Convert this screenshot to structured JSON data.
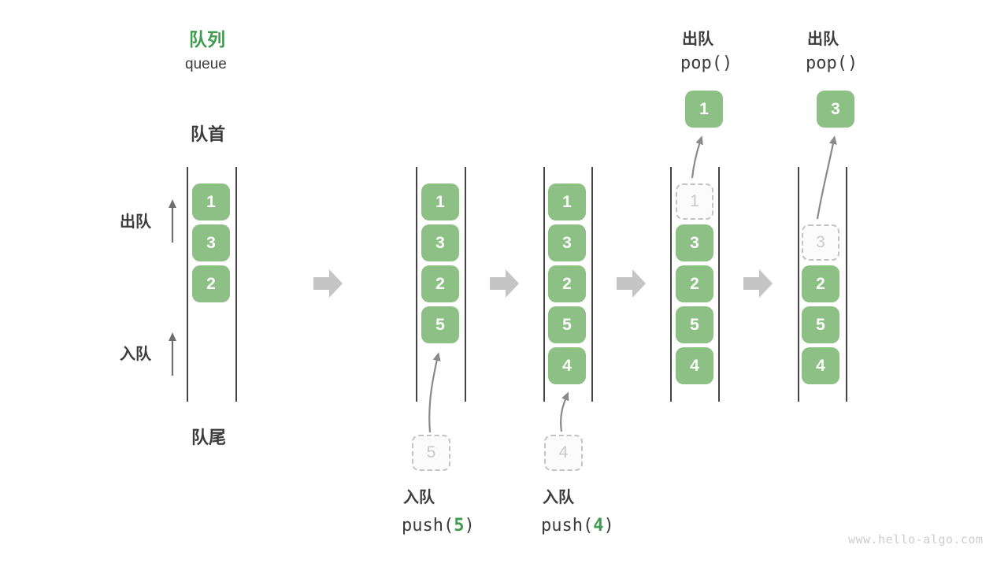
{
  "title": {
    "zh": "队列",
    "en": "queue"
  },
  "side_labels": {
    "front": "队首",
    "rear": "队尾",
    "dequeue": "出队",
    "enqueue": "入队"
  },
  "watermark": "www.hello-algo.com",
  "colors": {
    "box_green": "#8DC084",
    "accent_green": "#3E9B4F",
    "text_dark": "#3C3C3C",
    "dashed_border": "#C3C3C3",
    "block_arrow": "#C5C5C5",
    "curve_arrow": "#8A8A8A",
    "side_arrow": "#6F6F6F"
  },
  "states": [
    {
      "boxes": [
        "1",
        "3",
        "2"
      ]
    },
    {
      "boxes": [
        "1",
        "3",
        "2",
        "5"
      ],
      "incoming": "5",
      "op_label": "入队",
      "op_code_pre": "push(",
      "op_arg": "5",
      "op_code_post": ")"
    },
    {
      "boxes": [
        "1",
        "3",
        "2",
        "5",
        "4"
      ],
      "incoming": "4",
      "op_label": "入队",
      "op_code_pre": "push(",
      "op_arg": "4",
      "op_code_post": ")"
    },
    {
      "boxes": [
        "3",
        "2",
        "5",
        "4"
      ],
      "removed": "1",
      "popped": "1",
      "op_label": "出队",
      "op_code": "pop()"
    },
    {
      "boxes": [
        "2",
        "5",
        "4"
      ],
      "removed": "3",
      "popped": "3",
      "op_label": "出队",
      "op_code": "pop()"
    }
  ]
}
